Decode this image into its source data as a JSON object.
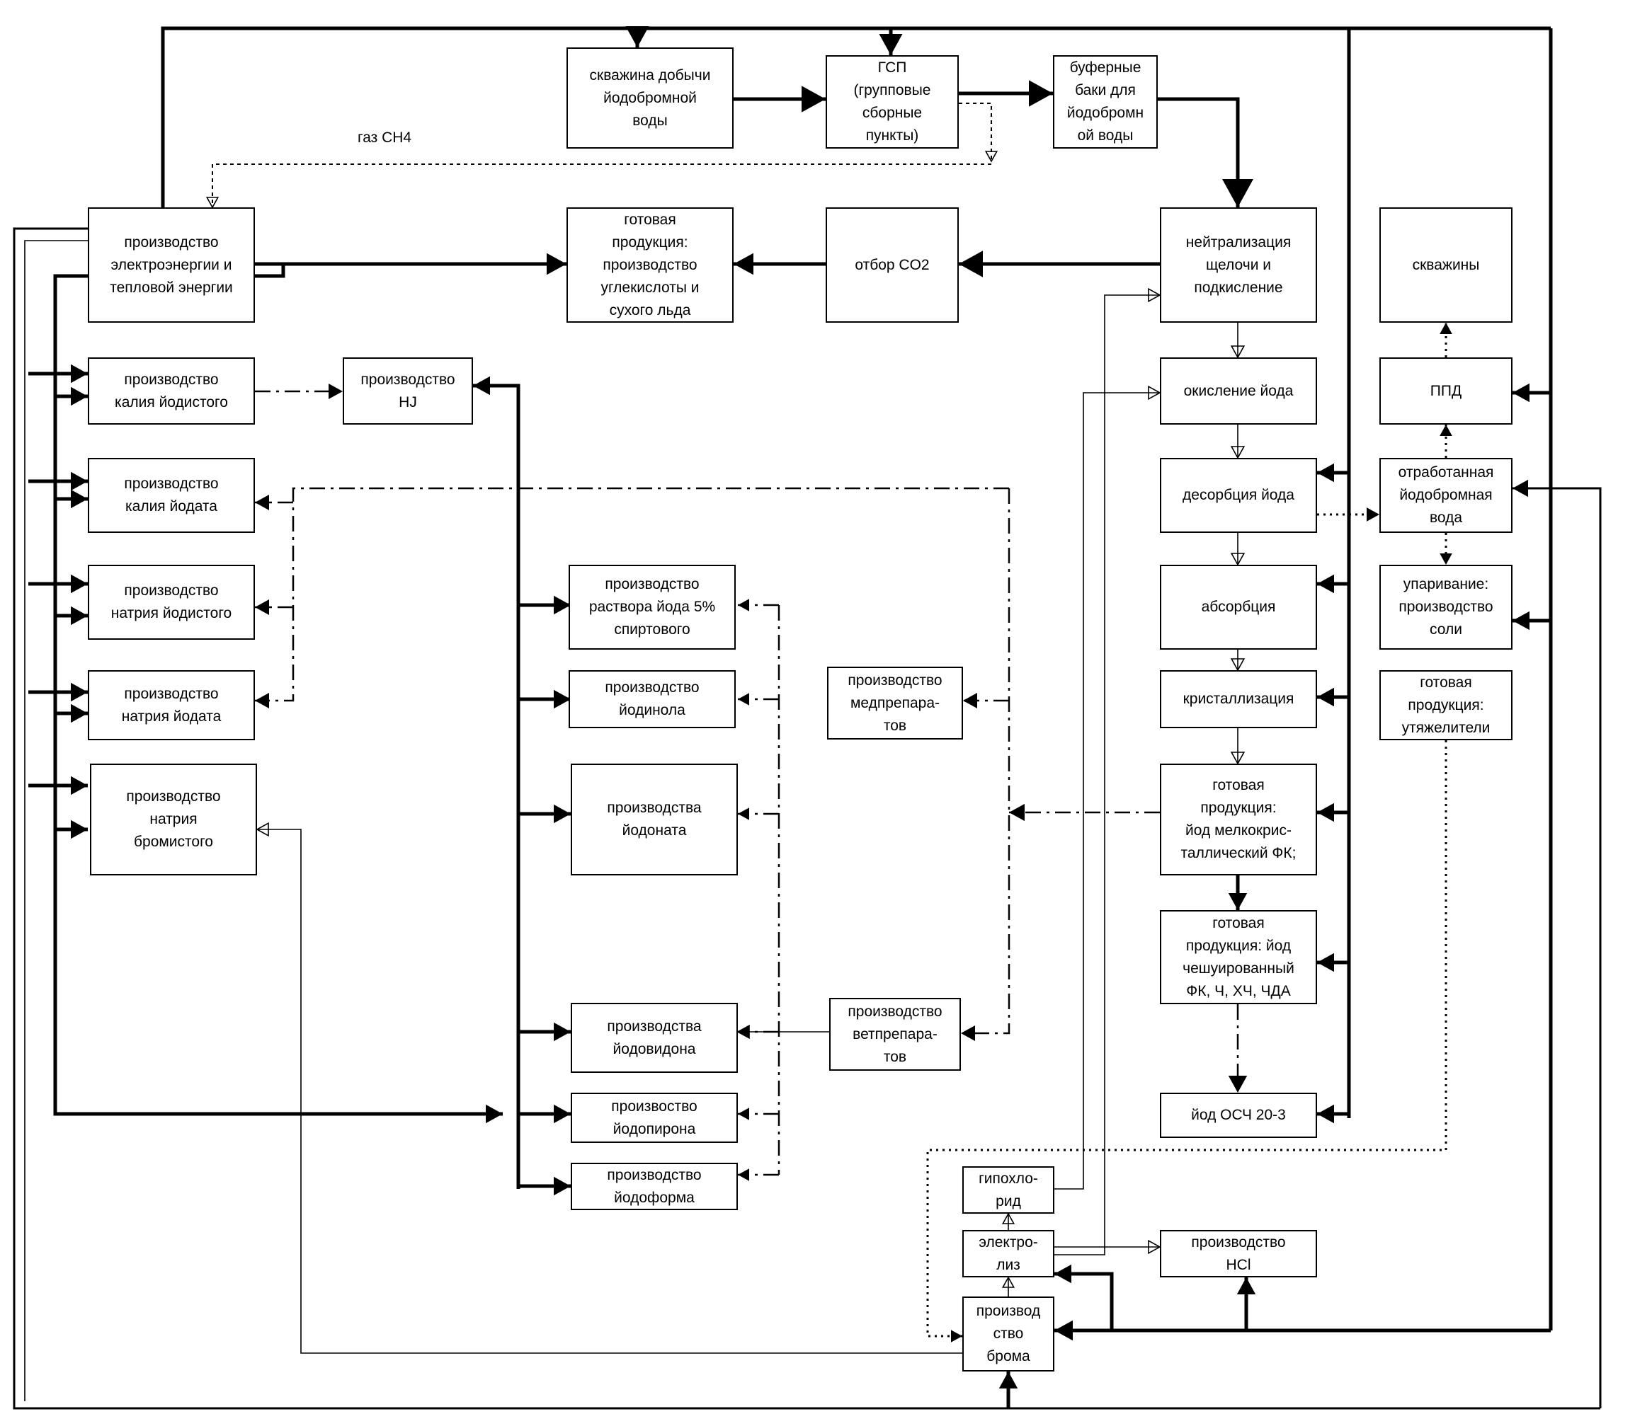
{
  "labels": {
    "gas": "газ CH4"
  },
  "boxes": {
    "well": "скважина добычи\nйодобромной\nводы",
    "gsp": "ГСП\n(групповые\nсборные\nпункты)",
    "buffer": "буферные\nбаки для\nйодобромн\nой воды",
    "power": "производство\nэлектроэнергии и\nтепловой энергии",
    "co2product": "готовая\nпродукция:\nпроизводство\nуглекислоты и\nсухого льда",
    "co2": "отбор CO2",
    "neutral": "нейтрализация\nщелочи и\nподкисление",
    "wells": "скважины",
    "ki": "производство\nкалия йодистого",
    "hj": "производство\nHJ",
    "oxid": "окисление йода",
    "ppd": "ППД",
    "kio3": "производство\nкалия йодата",
    "desorb": "десорбция йода",
    "spent": "отработанная\nйодобромная\nвода",
    "nai": "производство\nнатрия йодистого",
    "tinct": "производство\nраствора йода 5%\nспиртового",
    "absorb": "абсорбция",
    "evap": "упаривание:\nпроизводство\nсоли",
    "naio3": "производство\nнатрия йодата",
    "iodinol": "производство\nйодинола",
    "med": "производство\nмедпрепара-\nтов",
    "cryst": "кристаллизация",
    "weight": "готовая\nпродукция:\nутяжелители",
    "nabr": "производство\nнатрия\nбромистого",
    "iodonat": "производства\nйодоната",
    "fine": "готовая\nпродукция:\nйод мелкокрис-\nталлический ФК;",
    "flake": "готовая\nпродукция: йод\nчешуированный\nФК, Ч, ХЧ, ЧДА",
    "iodovidon": "производства\nйодовидона",
    "vet": "производство\nветпрепара-\nтов",
    "osch": "йод ОСЧ 20-3",
    "iodopiron": "произвоство\nйодопирона",
    "iodoform": "производство\nйодоформа",
    "hypo": "гипохло-\nрид",
    "electro": "электро-\nлиз",
    "hcl": "производство\nHCl",
    "bromine": "производ\nство\nброма"
  },
  "colors": {
    "line": "#000000",
    "background": "#ffffff"
  }
}
